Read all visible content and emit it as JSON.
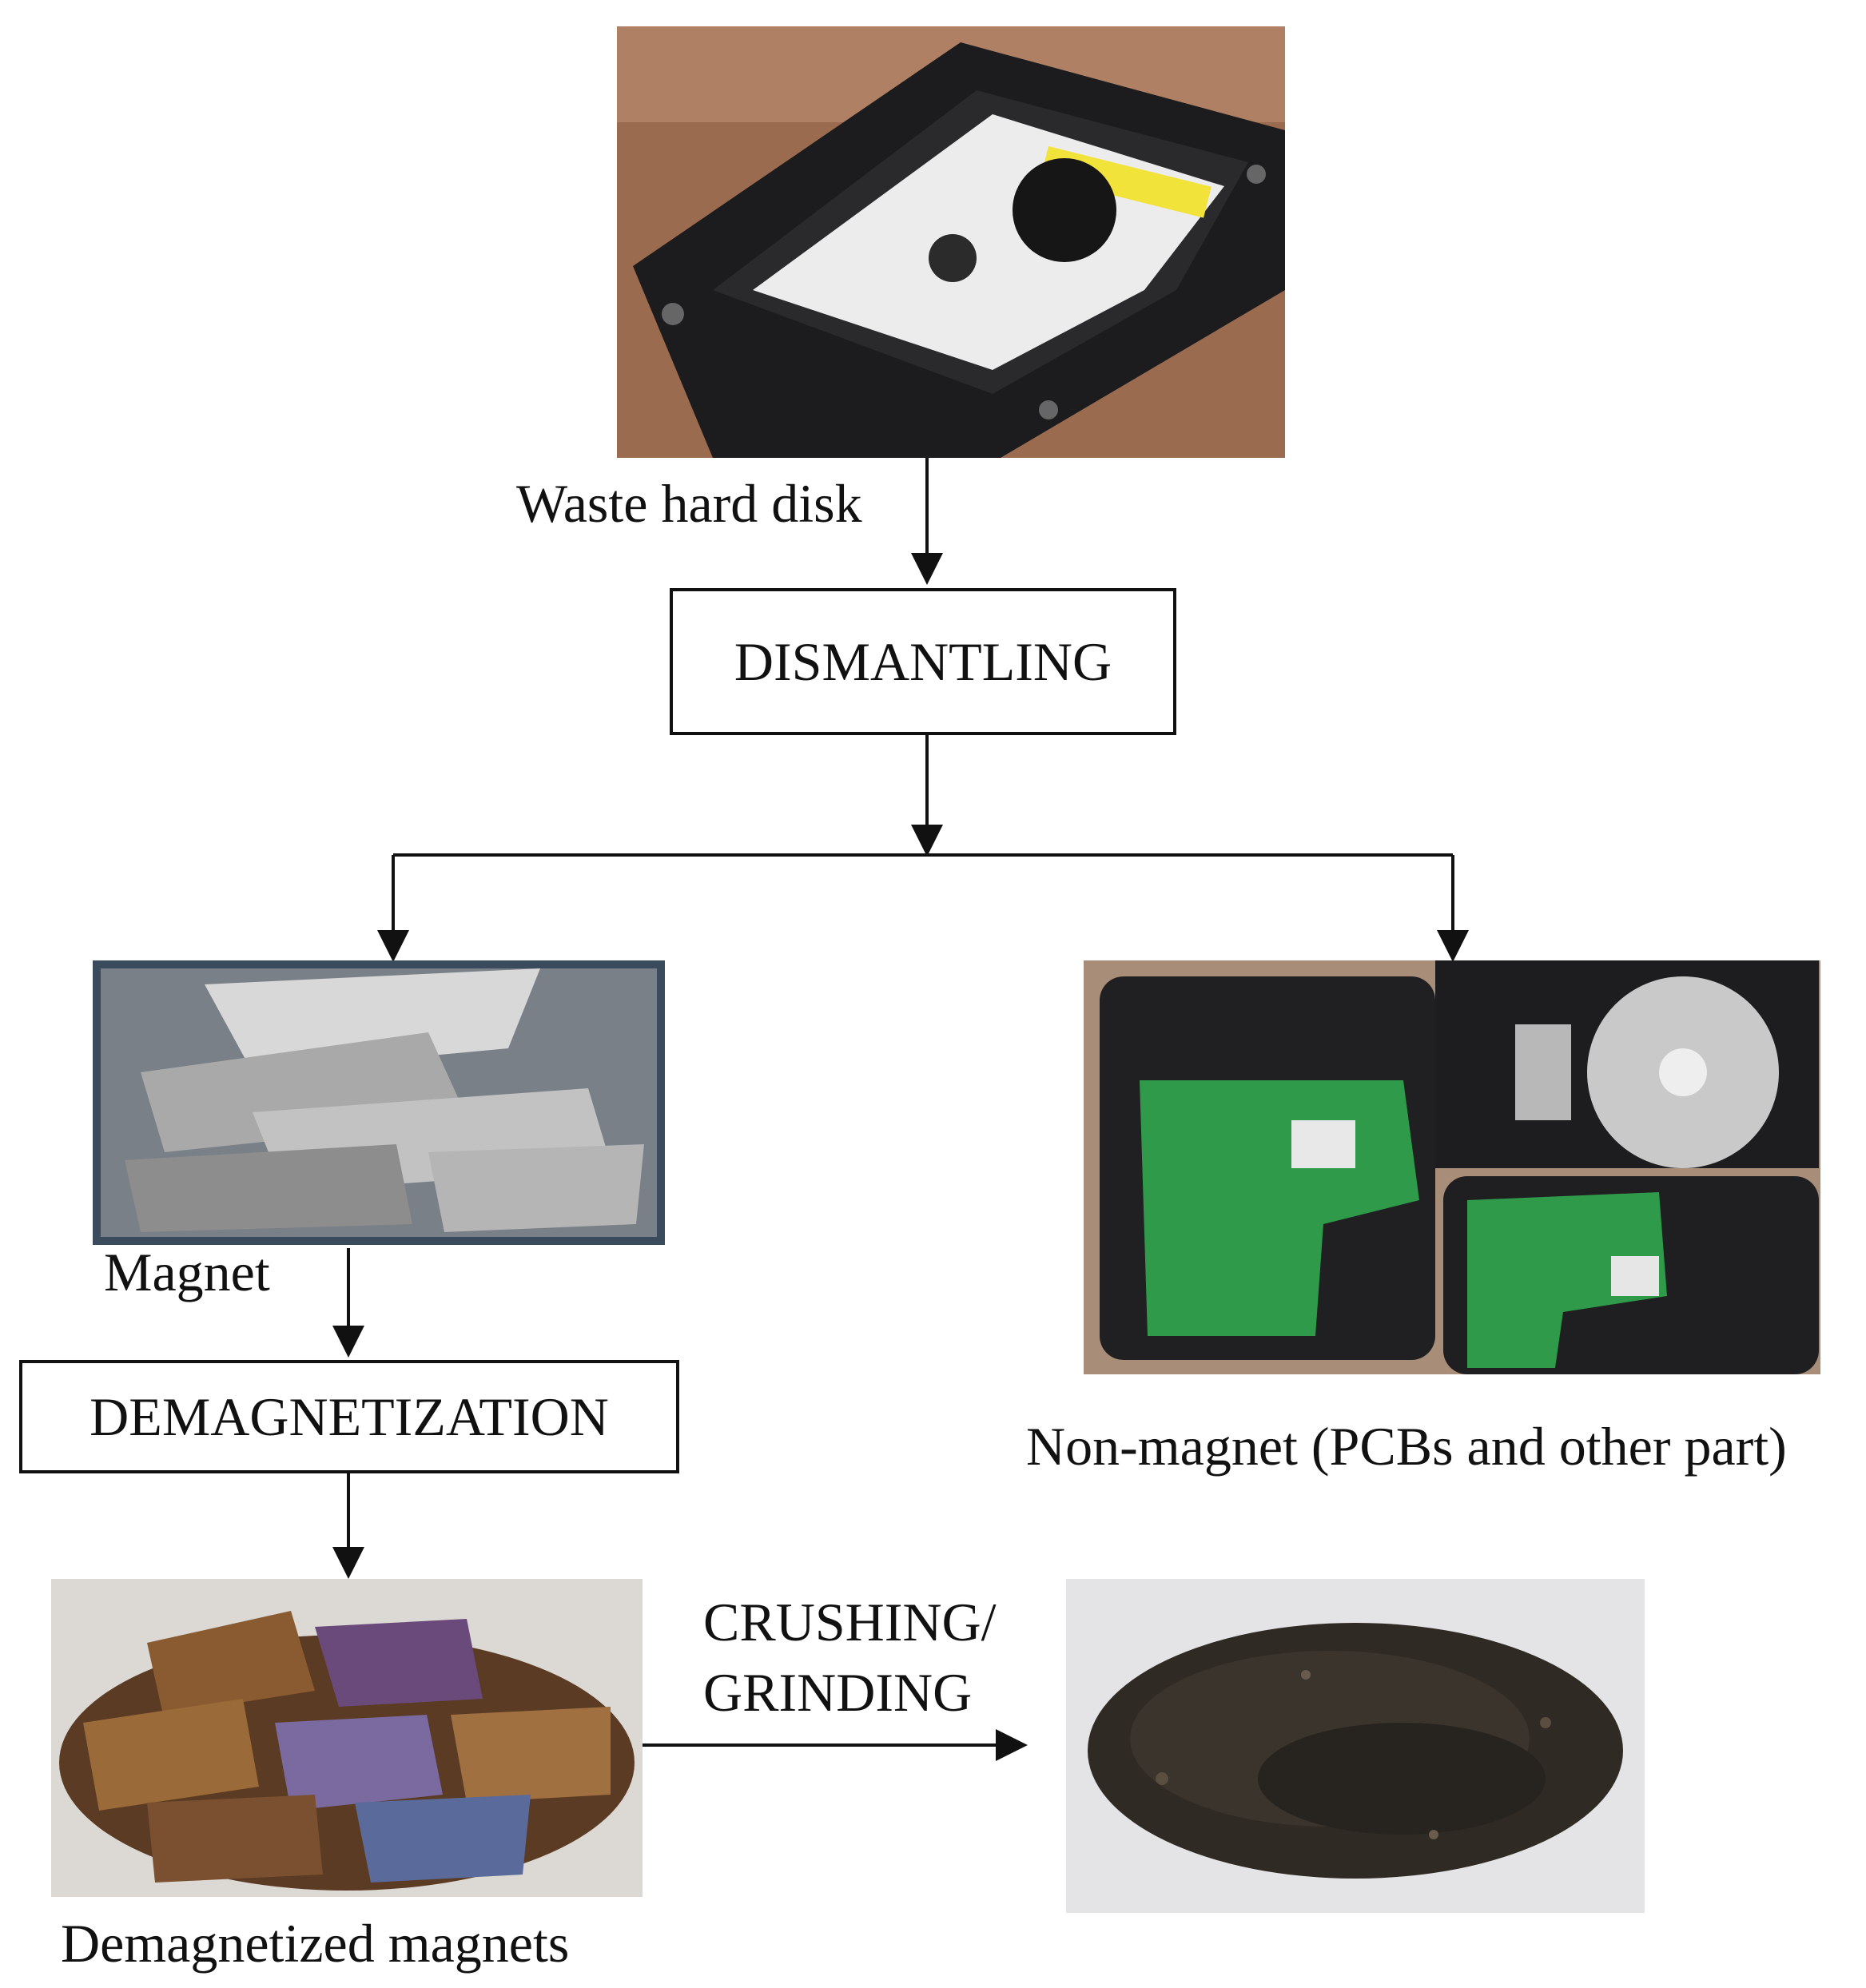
{
  "nodes": {
    "waste_hard_disk": {
      "label": "Waste hard disk"
    },
    "dismantling": {
      "label": "DISMANTLING"
    },
    "magnet": {
      "label": "Magnet"
    },
    "non_magnet": {
      "label": "Non-magnet (PCBs and other part)"
    },
    "demagnetization": {
      "label": "DEMAGNETIZATION"
    },
    "demagnetized_magnets": {
      "label": "Demagnetized magnets"
    },
    "crushing_grinding": {
      "line1": "CRUSHING/",
      "line2": "GRINDING"
    }
  },
  "images": {
    "waste_hard_disk": "hard-disk-drive-photo",
    "magnet": "magnet-pieces-photo",
    "non_magnet": "pcb-and-drive-parts-photo",
    "demagnetized_magnets": "demagnetized-magnet-pieces-photo",
    "powder": "crushed-magnet-powder-photo"
  },
  "edges": [
    {
      "from": "waste_hard_disk",
      "to": "dismantling"
    },
    {
      "from": "dismantling",
      "to": "magnet"
    },
    {
      "from": "dismantling",
      "to": "non_magnet"
    },
    {
      "from": "magnet",
      "to": "demagnetization"
    },
    {
      "from": "demagnetization",
      "to": "demagnetized_magnets"
    },
    {
      "from": "demagnetized_magnets",
      "to": "powder",
      "label": "CRUSHING/ GRINDING"
    }
  ]
}
